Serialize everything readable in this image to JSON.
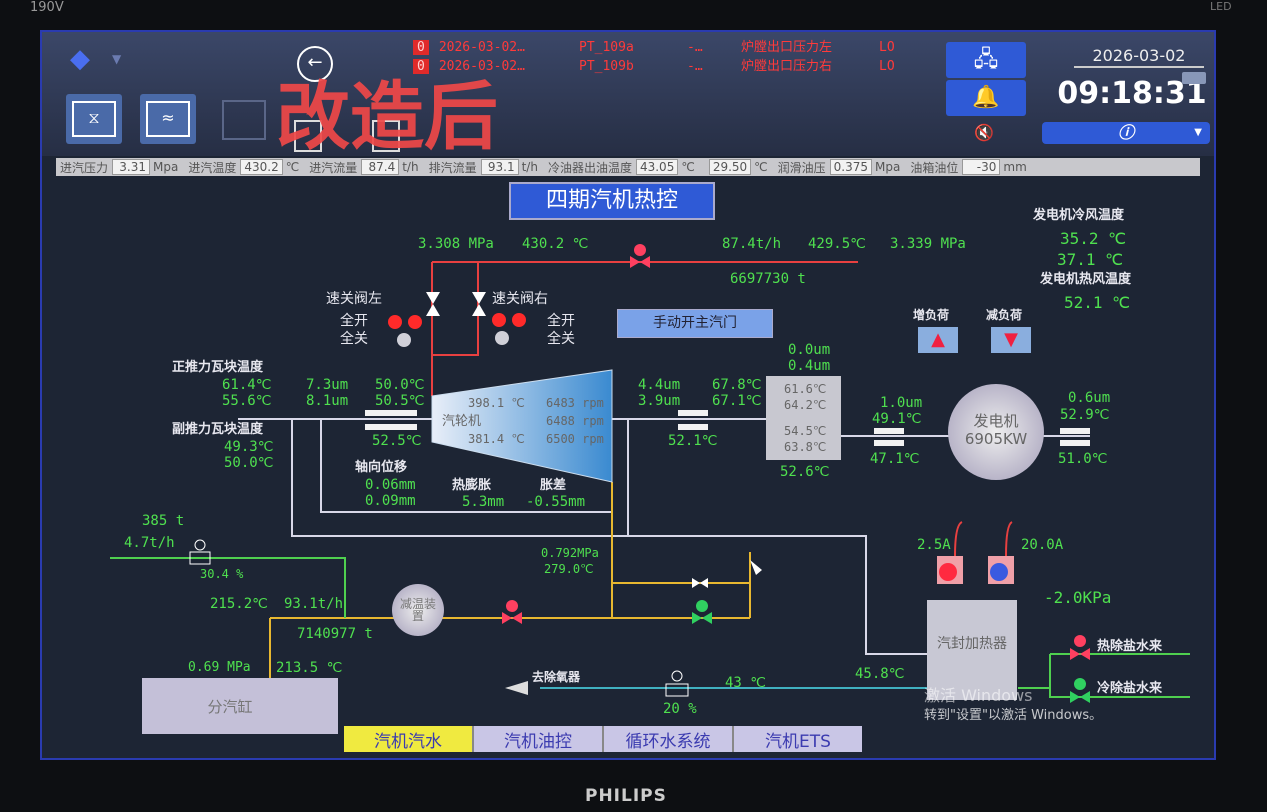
{
  "monitor": {
    "model": "190V",
    "brand": "PHILIPS",
    "led": "LED"
  },
  "overlay_text": "改造后",
  "header": {
    "alarms": [
      {
        "code": "0",
        "time": "2026-03-02…",
        "tag": "PT_109a",
        "value": "-…",
        "desc": "炉膛出口压力左",
        "state": "LO"
      },
      {
        "code": "0",
        "time": "2026-03-02…",
        "tag": "PT_109b",
        "value": "-…",
        "desc": "炉膛出口压力右",
        "state": "LO"
      }
    ],
    "date": "2026-03-02",
    "time": "09:18:31"
  },
  "status_bar": [
    {
      "label": "进汽压力",
      "value": "3.31",
      "unit": "Mpa"
    },
    {
      "label": "进汽温度",
      "value": "430.2",
      "unit": "℃"
    },
    {
      "label": "进汽流量",
      "value": "87.4",
      "unit": "t/h"
    },
    {
      "label": "排汽流量",
      "value": "93.1",
      "unit": "t/h"
    },
    {
      "label": "冷油器出油温度",
      "value": "43.05",
      "unit": "℃"
    },
    {
      "label": "",
      "value": "29.50",
      "unit": "℃"
    },
    {
      "label": "润滑油压",
      "value": "0.375",
      "unit": "Mpa"
    },
    {
      "label": "油箱油位",
      "value": "-30",
      "unit": "mm"
    }
  ],
  "title": "四期汽机热控",
  "steam": {
    "inlet_pressure": "3.308 MPa",
    "inlet_temp": "430.2 ℃",
    "flow": "87.4t/h",
    "temp2": "429.5℃",
    "pressure2": "3.339 MPa",
    "total": "6697730 t",
    "manual_button": "手动开主汽门"
  },
  "valves": {
    "left": "速关阀左",
    "right": "速关阀右",
    "full_open": "全开",
    "full_close": "全关"
  },
  "generator_air": {
    "cold_label": "发电机冷风温度",
    "cold1": "35.2 ℃",
    "cold2": "37.1 ℃",
    "hot_label": "发电机热风温度",
    "hot": "52.1 ℃"
  },
  "load": {
    "increase": "增负荷",
    "decrease": "减负荷"
  },
  "thrust": {
    "pos_label": "正推力瓦块温度",
    "pos1": "61.4℃",
    "pos2": "55.6℃",
    "neg_label": "副推力瓦块温度",
    "neg1": "49.3℃",
    "neg2": "50.0℃"
  },
  "bearing1": {
    "vib1": "7.3um",
    "vib2": "8.1um",
    "t1": "50.0℃",
    "t2": "50.5℃",
    "t3": "52.5℃"
  },
  "turbine": {
    "label": "汽轮机",
    "temp1": "398.1 ℃",
    "temp2": "381.4 ℃",
    "rpm1": "6483 rpm",
    "rpm2": "6488 rpm",
    "rpm3": "6500 rpm"
  },
  "axial": {
    "label": "轴向位移",
    "v1": "0.06mm",
    "v2": "0.09mm",
    "expansion_label": "热膨胀",
    "expansion": "5.3mm",
    "diff_label": "胀差",
    "diff": "-0.55mm"
  },
  "bearing2": {
    "vib1": "4.4um",
    "vib2": "3.9um",
    "t1": "67.8℃",
    "t2": "67.1℃",
    "t3": "52.1℃"
  },
  "gearbox": {
    "vib1": "0.0um",
    "vib2": "0.4um",
    "t1": "61.6℃",
    "t2": "64.2℃",
    "t3": "54.5℃",
    "t4": "63.8℃",
    "t5": "52.6℃"
  },
  "bearing3": {
    "vib": "1.0um",
    "t1": "49.1℃",
    "t2": "47.1℃"
  },
  "generator": {
    "label": "发电机",
    "power": "6905KW"
  },
  "bearing4": {
    "vib": "0.6um",
    "t1": "52.9℃",
    "t2": "51.0℃"
  },
  "extraction": {
    "total": "385 t",
    "flow": "4.7t/h",
    "valve": "30.4 %",
    "temp": "215.2℃",
    "flow2": "93.1t/h",
    "total2": "7140977 t",
    "header_pressure": "0.69 MPa",
    "header_temp": "213.5 ℃",
    "desuperheater": "减温装置",
    "header": "分汽缸",
    "exhaust_pressure": "0.792MPa",
    "exhaust_temp": "279.0℃"
  },
  "condensate": {
    "to_deaerator": "去除氧器",
    "valve": "20 %",
    "temp": "43 ℃",
    "temp2": "45.8℃",
    "gland_heater": "汽封加热器",
    "fan1": "2.5A",
    "fan2": "20.0A",
    "vacuum": "-2.0KPa",
    "hot_water": "热除盐水来",
    "cold_water": "冷除盐水来"
  },
  "watermark": {
    "line1": "激活 Windows",
    "line2": "转到\"设置\"以激活 Windows。"
  },
  "tabs": [
    {
      "label": "汽机汽水",
      "active": true
    },
    {
      "label": "汽机油控",
      "active": false
    },
    {
      "label": "循环水系统",
      "active": false
    },
    {
      "label": "汽机ETS",
      "active": false
    }
  ],
  "colors": {
    "value": "#4fe04f",
    "alarm": "#ff3a3a",
    "steam_pipe": "#e84040",
    "shaft": "#d8d8e8",
    "yellow_pipe": "#e8b830"
  }
}
